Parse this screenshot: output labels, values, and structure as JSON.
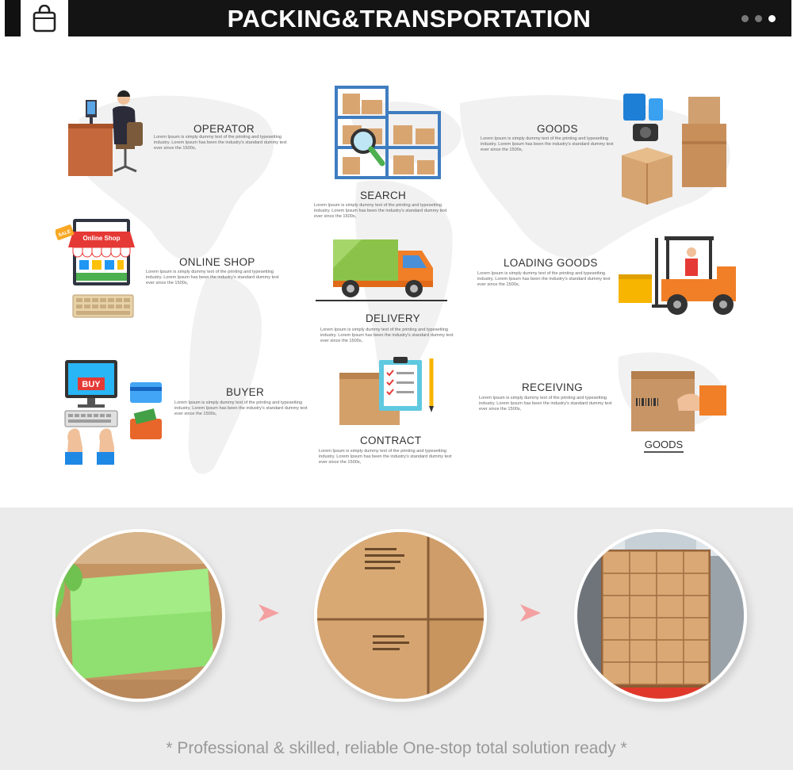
{
  "header": {
    "title": "PACKING&TRANSPORTATION",
    "icon": "shopping-bag-icon"
  },
  "steps": {
    "operator": {
      "title": "OPERATOR"
    },
    "search": {
      "title": "SEARCH"
    },
    "goods": {
      "title": "GOODS"
    },
    "online_shop": {
      "title": "ONLINE SHOP",
      "sign": "Online Shop",
      "sale": "SALE"
    },
    "delivery": {
      "title": "DELIVERY"
    },
    "loading_goods": {
      "title": "LOADING GOODS"
    },
    "buyer": {
      "title": "BUYER",
      "screen": "BUY"
    },
    "contract": {
      "title": "CONTRACT"
    },
    "receiving": {
      "title": "RECEIVING",
      "label": "GOODS"
    }
  },
  "lorem": "Lorem Ipsum is simply dummy text of the printing and typesetting industry. Lorem Ipsum has been the industry's standard dummy text ever since the 1500s,",
  "packing": {
    "slogan": "* Professional & skilled, reliable One-stop total solution ready *"
  },
  "colors": {
    "header_bg": "#141414",
    "accent_orange": "#f07f28",
    "arrow_pink": "#f4a0a0",
    "box_brown": "#c89566"
  }
}
